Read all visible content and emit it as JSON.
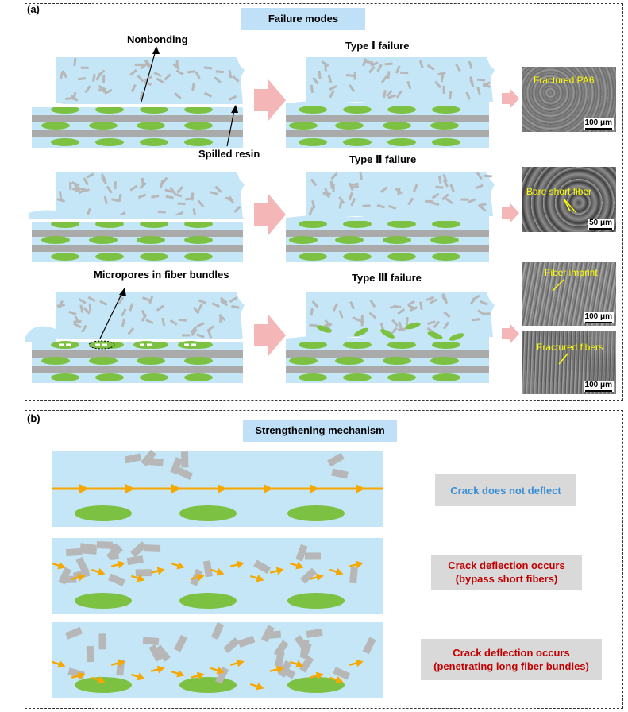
{
  "panel_a": {
    "label": "(a)",
    "title": "Failure modes",
    "annotations": {
      "nonbonding": "Nonbonding",
      "spilled_resin": "Spilled resin",
      "micropores": "Micropores in fiber bundles"
    },
    "failures": [
      {
        "type_label": "Type Ⅰ failure",
        "sem_caption": "Fractured PA6",
        "scale": "100 μm"
      },
      {
        "type_label": "Type Ⅱ failure",
        "sem_caption": "Bare short fiber",
        "scale": "50 μm"
      },
      {
        "type_label": "Type Ⅲ failure",
        "sem_caption": "Fiber imprint",
        "scale": "100 μm",
        "sem2_caption": "Fractured fibers",
        "scale2": "100 μm"
      }
    ]
  },
  "panel_b": {
    "label": "(b)",
    "title": "Strengthening mechanism",
    "mechanisms": [
      {
        "text": "Crack does not deflect",
        "color": "#3b8fd6"
      },
      {
        "line1": "Crack deflection occurs",
        "line2": "(bypass short fibers)",
        "color": "#c00000"
      },
      {
        "line1": "Crack deflection occurs",
        "line2": "(penetrating long fiber bundles)",
        "color": "#c00000"
      }
    ]
  },
  "colors": {
    "matrix": "#c5e6f7",
    "fiber_bundle": "#7dc142",
    "short_fiber": "#b7b7b7",
    "arrow": "#f4b6b6",
    "crack": "#f7a800"
  }
}
